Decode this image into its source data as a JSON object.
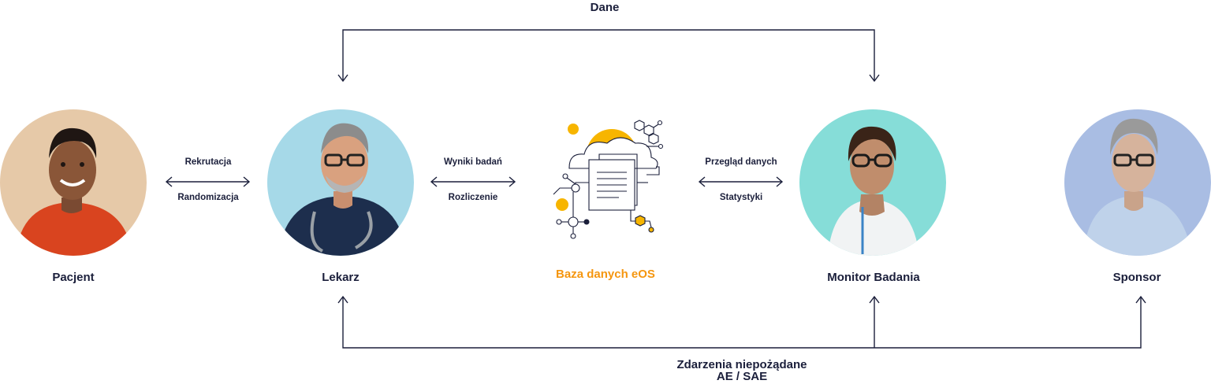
{
  "top_flow": {
    "label": "Dane"
  },
  "bottom_flow": {
    "line1": "Zdarzenia niepożądane",
    "line2": "AE / SAE"
  },
  "actors": {
    "pacjent": {
      "name": "Pacjent"
    },
    "lekarz": {
      "name": "Lekarz"
    },
    "database": {
      "name": "Baza danych eOS"
    },
    "monitor": {
      "name": "Monitor Badania"
    },
    "sponsor": {
      "name": "Sponsor"
    }
  },
  "links": {
    "pacjent_lekarz": {
      "top": "Rekrutacja",
      "bottom": "Randomizacja"
    },
    "lekarz_baza": {
      "top": "Wyniki badań",
      "bottom": "Rozliczenie"
    },
    "baza_monitor": {
      "top": "Przegląd danych",
      "bottom": "Statystyki"
    }
  },
  "colors": {
    "line": "#1b1f3b",
    "accent": "#f5960f",
    "pacjent_bg": "#e6c9a8",
    "lekarz_bg": "#a6d9e8",
    "monitor_bg": "#86ddd8",
    "sponsor_bg": "#a9bde3"
  }
}
